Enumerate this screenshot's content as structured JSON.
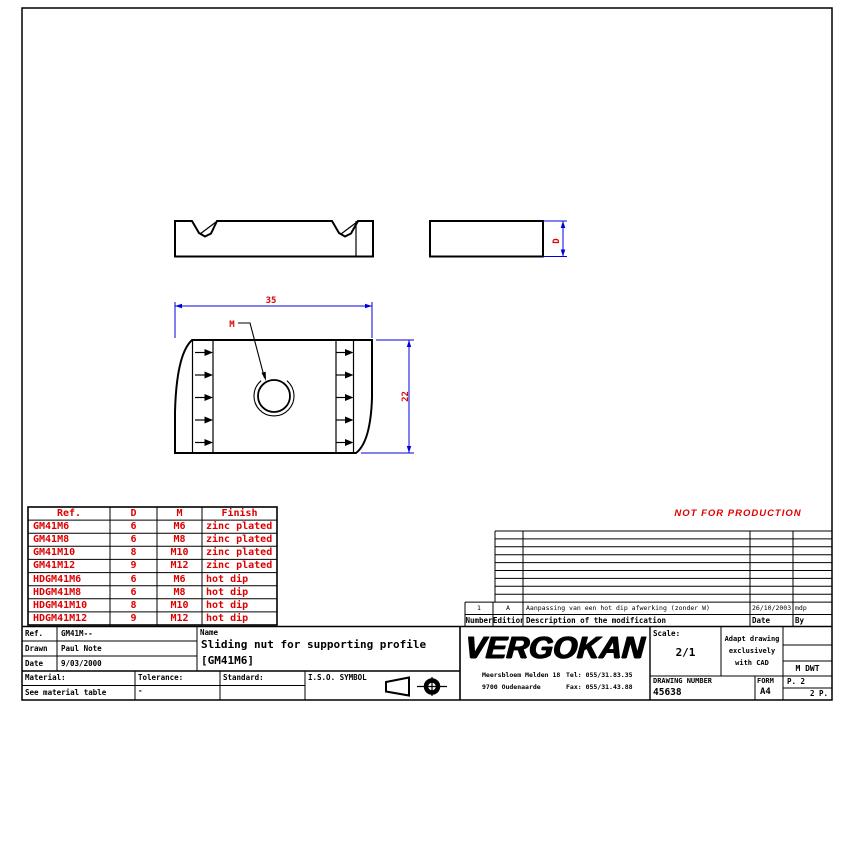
{
  "watermark": "NOT FOR PRODUCTION",
  "views": {
    "dim_width": "35",
    "dim_height": "22",
    "dim_depth": "D",
    "hole_label": "M"
  },
  "parts_table": {
    "headers": [
      "Ref.",
      "D",
      "M",
      "Finish"
    ],
    "rows": [
      [
        "GM41M6",
        "6",
        "M6",
        "zinc plated"
      ],
      [
        "GM41M8",
        "6",
        "M8",
        "zinc plated"
      ],
      [
        "GM41M10",
        "8",
        "M10",
        "zinc plated"
      ],
      [
        "GM41M12",
        "9",
        "M12",
        "zinc plated"
      ],
      [
        "HDGM41M6",
        "6",
        "M6",
        "hot dip"
      ],
      [
        "HDGM41M8",
        "6",
        "M8",
        "hot dip"
      ],
      [
        "HDGM41M10",
        "8",
        "M10",
        "hot dip"
      ],
      [
        "HDGM41M12",
        "9",
        "M12",
        "hot dip"
      ]
    ]
  },
  "revision_table": {
    "header": {
      "number": "Number",
      "edition": "Edition",
      "description": "Description of the modification",
      "date": "Date",
      "by": "By"
    },
    "entry": {
      "number": "1",
      "edition": "A",
      "description": "Aanpassing van een hot dip afwerking (zonder W)",
      "date": "26/10/2003",
      "by": "mdp"
    }
  },
  "title_block": {
    "ref_label": "Ref.",
    "ref_value": "GM41M--",
    "drawn_label": "Drawn",
    "drawn_value": "Paul Note",
    "date_label": "Date",
    "date_value": "9/03/2000",
    "name_label": "Name",
    "name_value": "Sliding nut for supporting profile",
    "name_variant": "[GM41M6]",
    "material_label": "Material:",
    "material_value": "See material table",
    "tolerance_label": "Tolerance:",
    "tolerance_value": "-",
    "standard_label": "Standard:",
    "iso_symbol_label": "I.S.O. SYMBOL"
  },
  "company": {
    "logo": "VERGOKAN",
    "address_line1": "Meersbloem Melden 18",
    "address_line2": "9700 Oudenaarde",
    "tel": "Tel: 055/31.83.35",
    "fax": "Fax: 055/31.43.88"
  },
  "drawing_info": {
    "scale_label": "Scale:",
    "scale_value": "2/1",
    "cad_note_lines": [
      "Adapt drawing",
      "exclusively",
      "with CAD"
    ],
    "drawing_number_label": "DRAWING NUMBER",
    "drawing_number_value": "45638",
    "form_label": "FORM",
    "form_value": "A4",
    "file_note": "M DWT",
    "page": "P. 2",
    "pages": "2 P."
  },
  "colors": {
    "line_black": "#000000",
    "dim_blue": "#0000dd",
    "accent_red": "#dd0000"
  }
}
